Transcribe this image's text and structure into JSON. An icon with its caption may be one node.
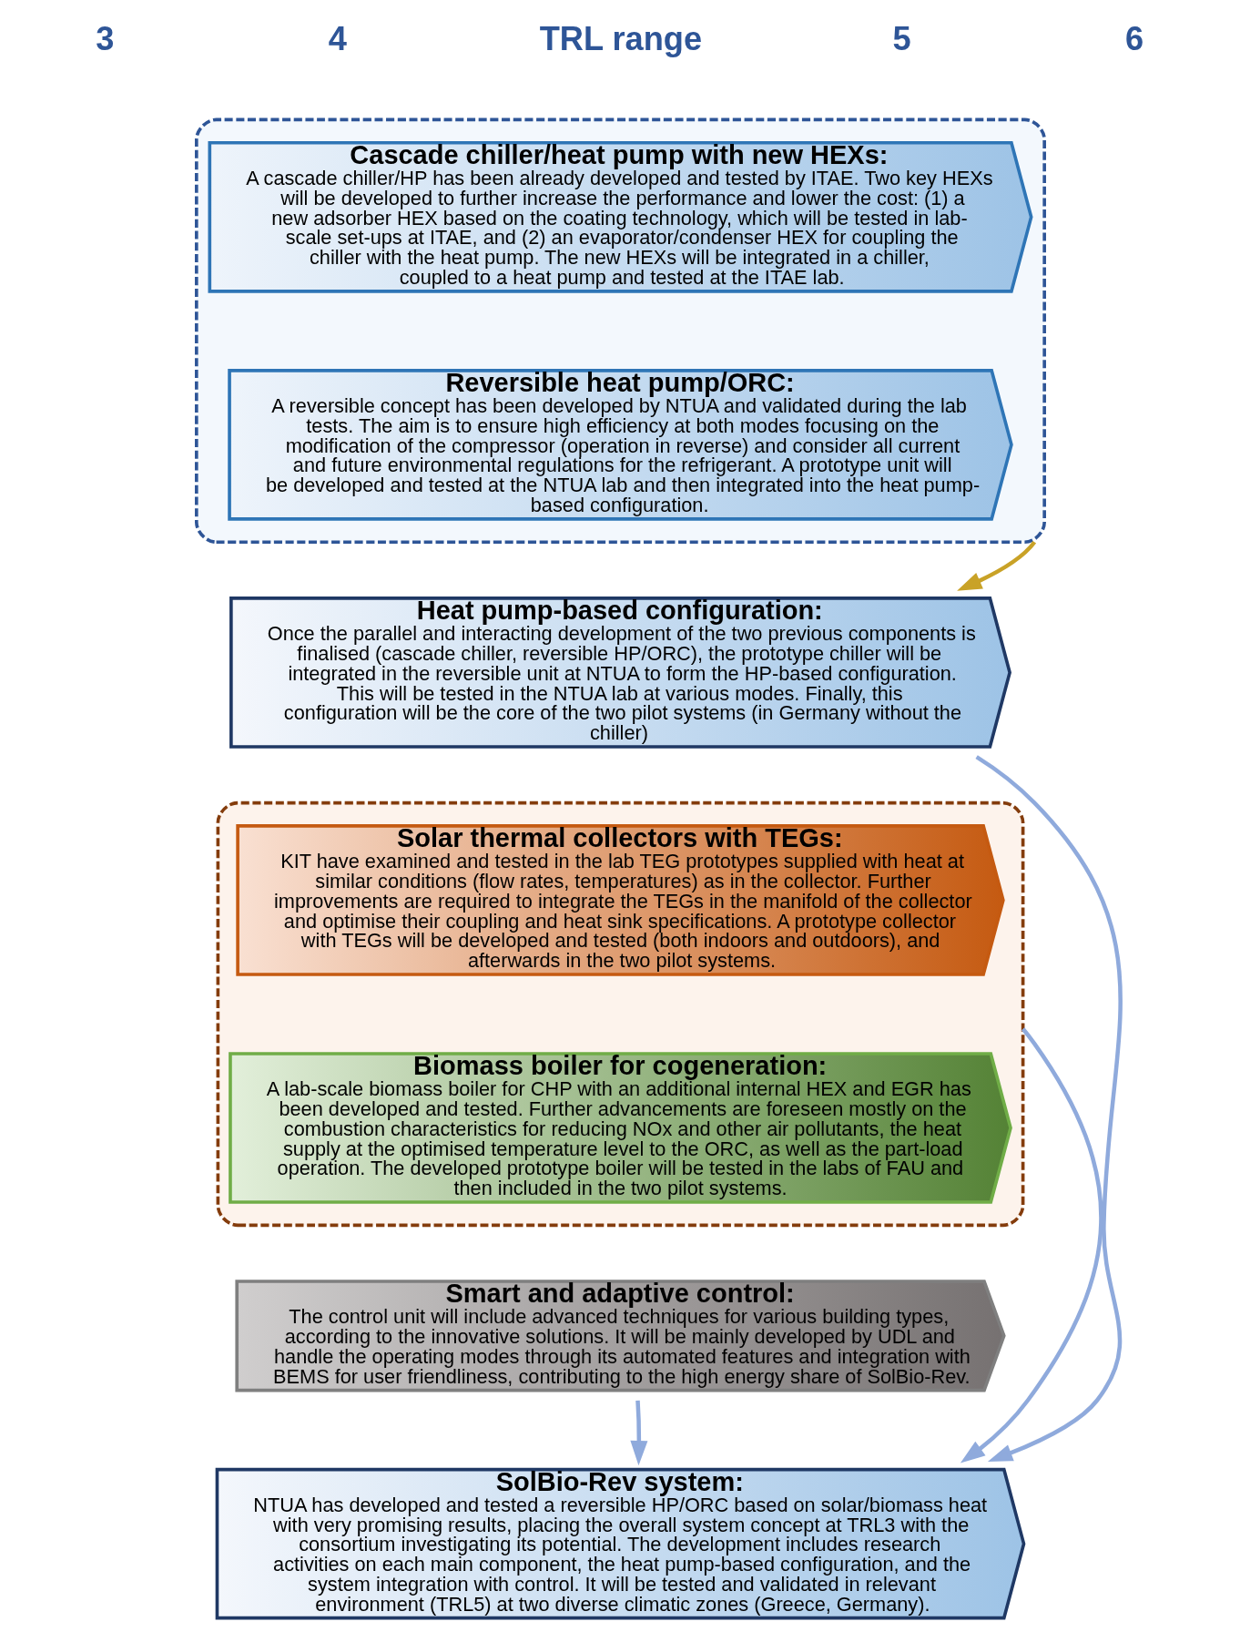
{
  "diagram": {
    "nodes": [
      {
        "text": [],
        "shape": "box"
      },
      {
        "text": [
          "Cascade chiller/heat pump with new HEXs:",
          "A cascade chiller/HP has been already developed and tested by ITAE. Two key HEXs will be developed to further increase the performance and lower the cost: (1) a new adsorber HEX based on the coating technology, which will be tested in lab-scale set-ups at ITAE, and (2) an evaporator/condenser HEX for coupling the chiller with the heat pump. The new HEXs will be integrated in a chiller, coupled to a heat pump and tested at the ITAE lab."
        ],
        "in": 0
      },
      {
        "text": [
          "Reversible heat pump/ORC:",
          "A reversible concept has been developed by NTUA and validated during the lab tests. The aim is to ensure high efficiency at both modes focusing on the modification of the compressor (operation in reverse) and consider all current and future environmental regulations for the refrigerant. A prototype unit will be developed and tested at the NTUA lab and then integrated into the heat pump-based configuration."
        ],
        "in": 0
      },
      {
        "text": [
          "Heat pump-based configuration:",
          "Once the parallel and interacting development of the two previous components is finalised (cascade chiller, reversible HP/ORC), the prototype chiller will be integrated in the reversible unit at NTUA to form the HP-based configuration. This will be tested in the NTUA lab at various modes. Finally, this configuration will be the core of the two pilot systems (in Germany without the chiller)"
        ]
      },
      {
        "text": [],
        "shape": "box"
      },
      {
        "text": [
          "Solar thermal collectors with TEGs:",
          "KIT have examined and tested in the lab TEG prototypes supplied with heat at similar conditions (flow rates, temperatures) as in the collector. Further improvements are required to integrate the TEGs in the manifold of the collector and optimise their coupling and heat sink specifications. A prototype collector with TEGs will be developed and tested (both indoors and outdoors), and afterwards in the two pilot systems."
        ],
        "in": 4
      },
      {
        "text": [
          "Biomass boiler for cogeneration:",
          "A lab-scale biomass boiler for CHP with an additional internal HEX and EGR has been developed and tested. Further advancements are foreseen mostly on the combustion characteristics for reducing NOx and other air pollutants, the heat supply at the optimised temperature level to the ORC, as well as the part-load operation. The developed prototype boiler will be tested in the labs of FAU and then included in the two pilot systems."
        ],
        "in": 4
      },
      {
        "text": [
          "Smart and adaptive control:",
          "The control unit will include advanced techniques for various building types, according to the innovative solutions. It will be mainly developed by UDL and handle the operating modes through its automated features and integration with BEMS for user friendliness, contributing to the high energy share of SolBio-Rev."
        ]
      },
      {
        "text": [
          "SolBio-Rev system:",
          "NTUA has developed and tested a reversible HP/ORC based on solar/biomass heat with very promising results, placing the overall system concept at TRL3 with the consortium investigating its potential. The development includes research activities on each main component, the heat pump-based configuration, and the system integration with control. It will be tested and validated in relevant environment (TRL5) at two diverse climatic zones (Greece, Germany)."
        ]
      }
    ],
    "edges": [
      {
        "from": 0,
        "to": 3,
        "arrow": "to",
        "color": "#c9a227"
      },
      {
        "from": 3,
        "to": 8,
        "arrow": "to"
      },
      {
        "from": 4,
        "to": 8,
        "arrow": "to"
      },
      {
        "from": 7,
        "to": 8,
        "arrow": "to"
      }
    ],
    "labels": [
      "3",
      "4",
      "TRL range",
      "5",
      "6"
    ]
  }
}
